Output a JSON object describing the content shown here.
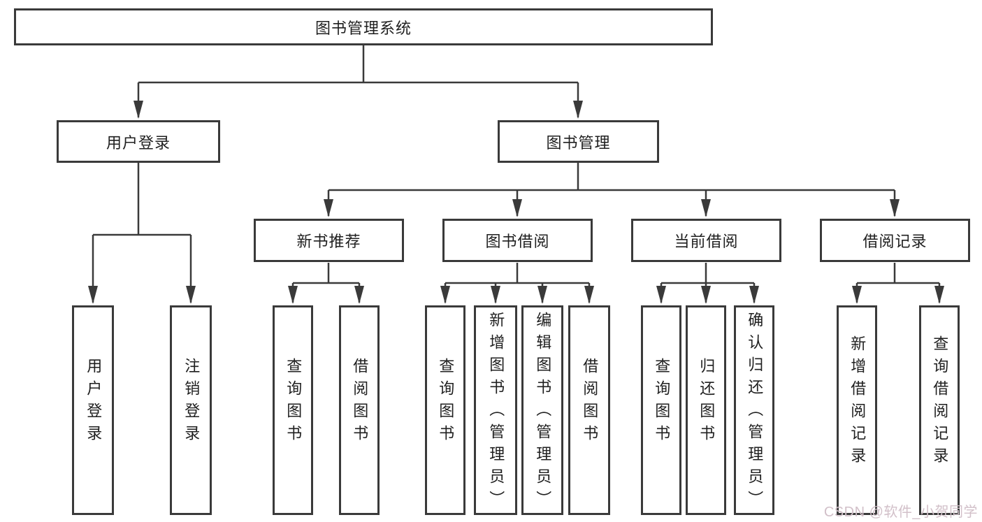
{
  "colors": {
    "line": "#3a3a3a",
    "text": "#1f1f1f",
    "box_bg": "#ffffff",
    "watermark": "#d2c0c9"
  },
  "watermark": {
    "text": "CSDN @软件_小贺同学"
  },
  "tree": {
    "label": "图书管理系统",
    "children": [
      {
        "label": "用户登录",
        "children": [
          {
            "label": "用户登录"
          },
          {
            "label": "注销登录"
          }
        ]
      },
      {
        "label": "图书管理",
        "children": [
          {
            "label": "新书推荐",
            "children": [
              {
                "label": "查询图书"
              },
              {
                "label": "借阅图书"
              }
            ]
          },
          {
            "label": "图书借阅",
            "children": [
              {
                "label": "查询图书"
              },
              {
                "label": "新增图书（管理员）"
              },
              {
                "label": "编辑图书（管理员）"
              },
              {
                "label": "借阅图书"
              }
            ]
          },
          {
            "label": "当前借阅",
            "children": [
              {
                "label": "查询图书"
              },
              {
                "label": "归还图书"
              },
              {
                "label": "确认归还（管理员）"
              }
            ]
          },
          {
            "label": "借阅记录",
            "children": [
              {
                "label": "新增借阅记录"
              },
              {
                "label": "查询借阅记录"
              }
            ]
          }
        ]
      }
    ]
  }
}
